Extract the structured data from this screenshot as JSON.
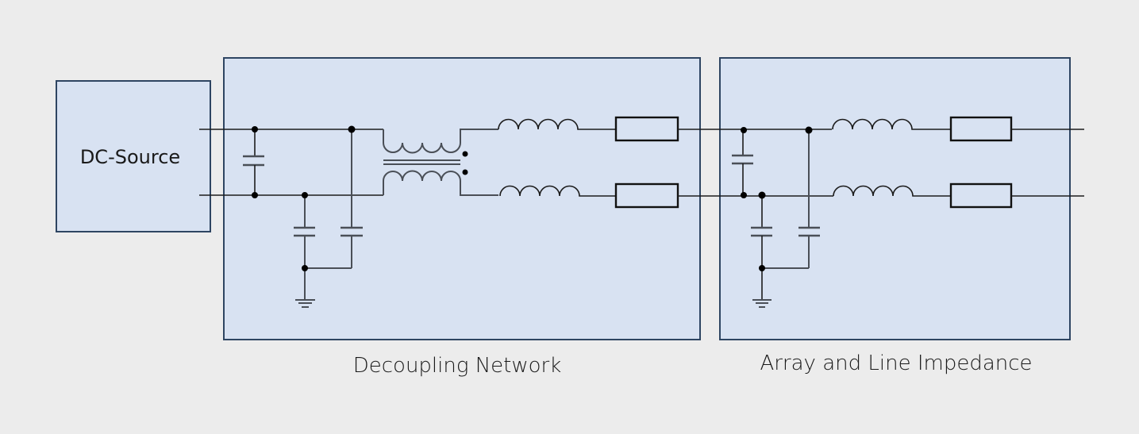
{
  "blocks": {
    "dc_source": {
      "label": "DC-Source"
    },
    "decoupling_network": {
      "label": "Decoupling Network"
    },
    "array_line_impedance": {
      "label": "Array and Line Impedance"
    }
  },
  "components": {
    "decoupling_network": [
      "capacitor",
      "capacitor",
      "capacitor",
      "common-mode-choke",
      "inductor",
      "inductor",
      "resistor",
      "resistor",
      "ground"
    ],
    "array_line_impedance": [
      "capacitor",
      "capacitor",
      "capacitor",
      "inductor",
      "inductor",
      "resistor",
      "resistor",
      "ground"
    ]
  },
  "colors": {
    "background": "#ececec",
    "block_fill": "#d8e2f2",
    "block_border": "#2e4562",
    "wire": "#1c1c1c"
  }
}
